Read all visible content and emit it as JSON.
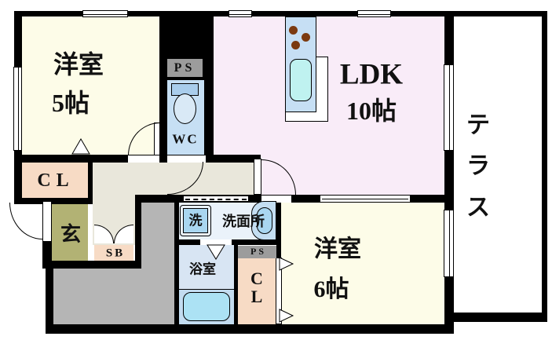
{
  "plan_title": "apartment-floor-plan",
  "rooms": {
    "west_room_5": {
      "name": "洋室",
      "size": "5帖"
    },
    "ldk": {
      "name": "LDK",
      "size": "10帖"
    },
    "terrace": {
      "chars": [
        "テ",
        "ラ",
        "ス"
      ]
    },
    "west_room_6": {
      "name": "洋室",
      "size": "6帖"
    },
    "wc": {
      "label": "WC"
    },
    "washroom": {
      "label": "洗面所"
    },
    "washer": {
      "label": "洗"
    },
    "bathroom": {
      "label": "浴室"
    },
    "entrance": {
      "label": "玄"
    },
    "closet_top": {
      "label": "CL"
    },
    "closet_bottom": {
      "line1": "C",
      "line2": "L"
    },
    "shoe_box": {
      "label": "SB"
    },
    "pipe_space_top": {
      "label": "PS"
    },
    "pipe_space_bottom": {
      "label": "PS"
    }
  },
  "colors": {
    "wall": "#000000",
    "west_room": "#FDFCE8",
    "ldk": "#F9ECF8",
    "wc_kitchen_blue": "#C6DFF4",
    "hallway": "#E9E7DB",
    "closet_peach": "#F7DBC5",
    "entrance_olive": "#B2B274",
    "service_gray": "#B5B5B5",
    "pipe_space_gray": "#9C9C9C",
    "washroom": "#EAF2FA",
    "bathroom": "#D8E5F3",
    "bathtub": "#ACE2F4",
    "sink": "#BFF2F0",
    "burner_brown": "#7B3A10",
    "terrace": "#FFFFFF"
  }
}
